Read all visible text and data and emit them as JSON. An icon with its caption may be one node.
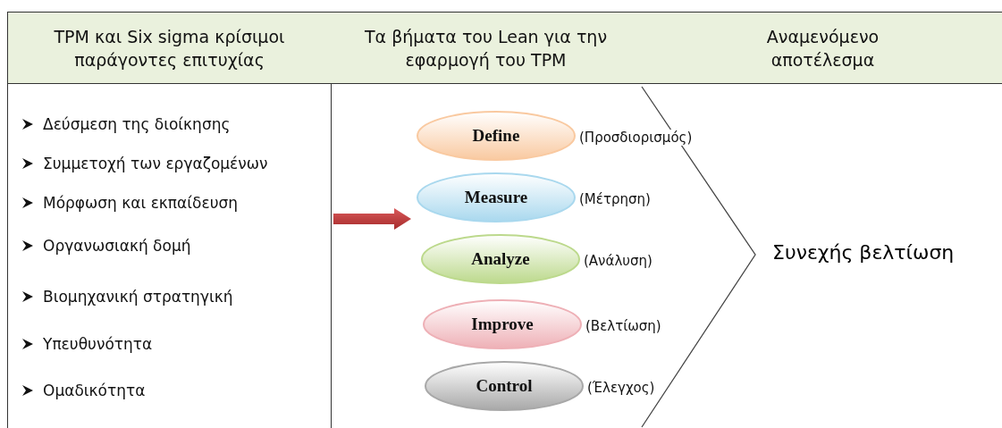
{
  "diagram": {
    "nodes": [
      {
        "text": [
          "Define"
        ],
        "beside": [
          "(Προσδιορισμός)"
        ]
      },
      {
        "text": [
          "Measure"
        ],
        "beside": [
          "(Μέτρηση)"
        ]
      },
      {
        "text": [
          "Analyze"
        ],
        "beside": [
          "(Ανάλυση)"
        ]
      },
      {
        "text": [
          "Improve"
        ],
        "beside": [
          "(Βελτίωση)"
        ]
      },
      {
        "text": [
          "Control"
        ],
        "beside": [
          "(Έλεγχος)"
        ]
      }
    ],
    "edges": [],
    "labels": [
      "TPM και Six sigma κρίσιμοι παράγοντες επιτυχίας",
      "Τα βήματα του Lean για την εφαρμογή του TPM",
      "Αναμενόμενο αποτέλεσμα",
      "Δεύσμεση της διοίκησης",
      "Συμμετοχή των εργαζομένων",
      "Μόρφωση και εκπαίδευση",
      "Οργανωσιακή δομή",
      "Βιομηχανική στρατηγική",
      "Υπευθυνότητα",
      "Ομαδικότητα",
      "Συνεχής βελτίωση"
    ]
  }
}
